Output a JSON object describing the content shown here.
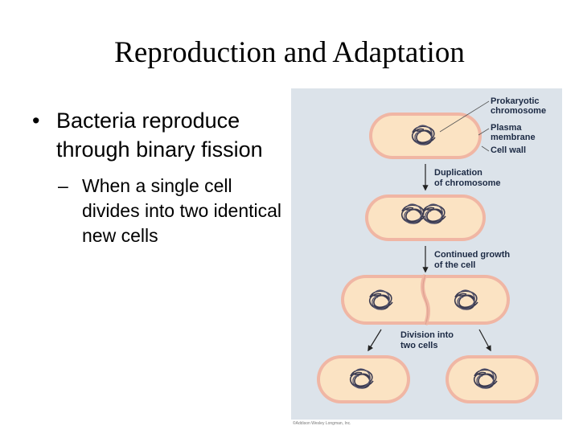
{
  "slide": {
    "title": "Reproduction and Adaptation",
    "bullet_mark": "•",
    "sub_mark": "–",
    "bullet": "Bacteria reproduce through binary fission",
    "sub_bullet": "When a single cell divides into two identical new cells"
  },
  "figure": {
    "labels": {
      "chromosome": "Prokaryotic chromosome",
      "membrane": "Plasma membrane",
      "wall": "Cell wall",
      "step1": "Duplication of chromosome",
      "step2": "Continued growth of the cell",
      "step3": "Division into two cells"
    },
    "credit": "©Addison Wesley Longman, Inc.",
    "colors": {
      "background": "#dce3ea",
      "cell_wall": "#f0b6a4",
      "cytoplasm": "#fbe3c3",
      "dna": "#3a3a50"
    }
  }
}
